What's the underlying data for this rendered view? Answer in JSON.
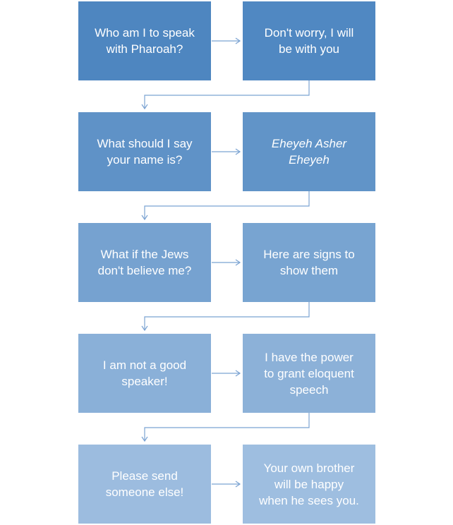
{
  "colors": {
    "connector": "#7BA3D2",
    "row_fills": [
      [
        "#4E86C0",
        "#5088C2"
      ],
      [
        "#5F92C7",
        "#6194C8"
      ],
      [
        "#76A2D0",
        "#78A4D1"
      ],
      [
        "#8AB0D8",
        "#8CB1D8"
      ],
      [
        "#9CBCDF",
        "#9EBEE0"
      ]
    ]
  },
  "rows": [
    {
      "question": "Who am I to speak\nwith Pharoah?",
      "answer": "Don't worry, I will\nbe with you"
    },
    {
      "question": "What should I say\nyour name is?",
      "answer": "Eheyeh Asher\nEheyeh"
    },
    {
      "question": "What if the Jews\ndon't believe me?",
      "answer": "Here are signs to\nshow them"
    },
    {
      "question": "I am not a good\nspeaker!",
      "answer": "I have the power\nto grant eloquent\nspeech"
    },
    {
      "question": "Please send\nsomeone else!",
      "answer": "Your own brother\nwill be happy\nwhen he sees you."
    }
  ]
}
